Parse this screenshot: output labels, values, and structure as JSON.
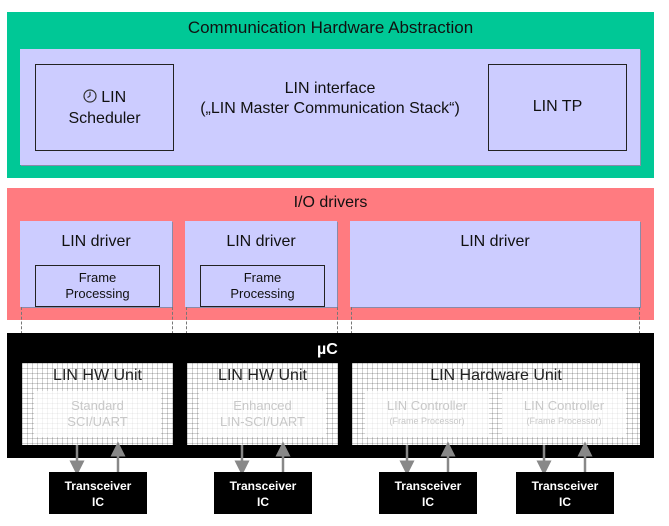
{
  "diagram": {
    "comm_hw_abstraction": {
      "title": "Communication Hardware Abstraction",
      "lin_interface": {
        "line1": "LIN interface",
        "line2": "(„LIN Master Communication Stack“)"
      },
      "lin_scheduler": {
        "icon": "clock-icon",
        "line1": "LIN",
        "line2": "Scheduler"
      },
      "lin_tp": {
        "label": "LIN TP"
      }
    },
    "io_drivers": {
      "title": "I/O drivers",
      "drivers": [
        {
          "label": "LIN driver",
          "sub_line1": "Frame",
          "sub_line2": "Processing"
        },
        {
          "label": "LIN driver",
          "sub_line1": "Frame",
          "sub_line2": "Processing"
        },
        {
          "label": "LIN driver"
        }
      ]
    },
    "microcontroller": {
      "label": "µC",
      "units": [
        {
          "title": "LIN HW Unit",
          "inner_line1": "Standard",
          "inner_line2": "SCI/UART"
        },
        {
          "title": "LIN HW Unit",
          "inner_line1": "Enhanced",
          "inner_line2": "LIN-SCI/UART"
        },
        {
          "title": "LIN Hardware Unit",
          "controllers": [
            {
              "line1": "LIN Controller",
              "line2": "(Frame Processor)"
            },
            {
              "line1": "LIN Controller",
              "line2": "(Frame Processor)"
            }
          ]
        }
      ]
    },
    "transceivers": [
      {
        "line1": "Transceiver",
        "line2": "IC"
      },
      {
        "line1": "Transceiver",
        "line2": "IC"
      },
      {
        "line1": "Transceiver",
        "line2": "IC"
      },
      {
        "line1": "Transceiver",
        "line2": "IC"
      }
    ],
    "colors": {
      "comm_hw_abstraction": "#00c896",
      "io_drivers": "#ff7b80",
      "module": "#ccccff",
      "microcontroller": "#000000"
    }
  }
}
